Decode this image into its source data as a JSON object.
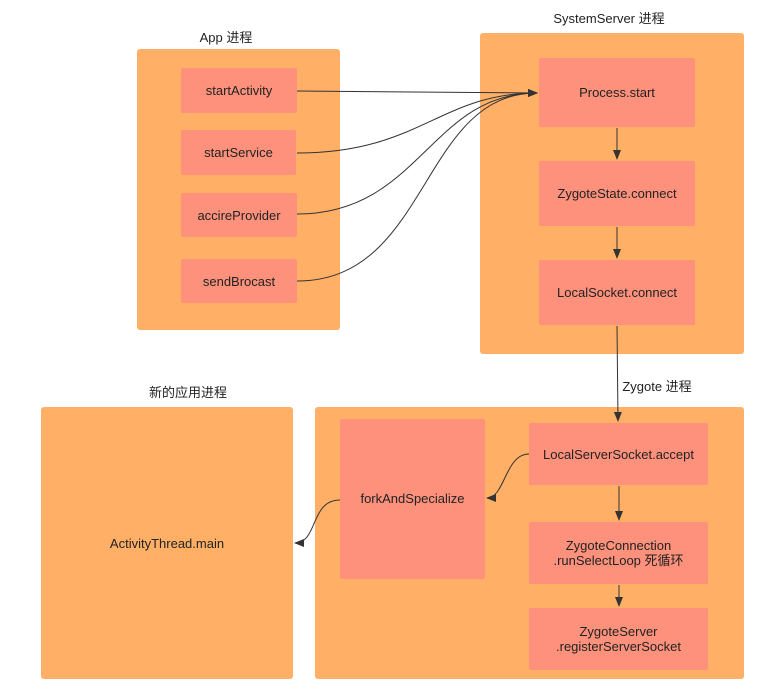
{
  "groups": {
    "app": {
      "title": "App 进程"
    },
    "system_server": {
      "title": "SystemServer 进程"
    },
    "new_app": {
      "title": "新的应用进程"
    },
    "zygote": {
      "title": "Zygote 进程"
    }
  },
  "nodes": {
    "start_activity": "startActivity",
    "start_service": "startService",
    "accire_provider": "accireProvider",
    "send_brocast": "sendBrocast",
    "process_start": "Process.start",
    "zygote_state_connect": "ZygoteState.connect",
    "local_socket_connect": "LocalSocket.connect",
    "activity_thread_main": "ActivityThread.main",
    "fork_and_specialize": "forkAndSpecialize",
    "local_server_socket_accept": "LocalServerSocket.accept",
    "zygote_connection_loop": "ZygoteConnection\n.runSelectLoop 死循环",
    "zygote_server_register": "ZygoteServer\n.registerServerSocket"
  },
  "colors": {
    "group_fill": "#ffb066",
    "node_fill": "#fe917c",
    "edge": "#333333"
  }
}
